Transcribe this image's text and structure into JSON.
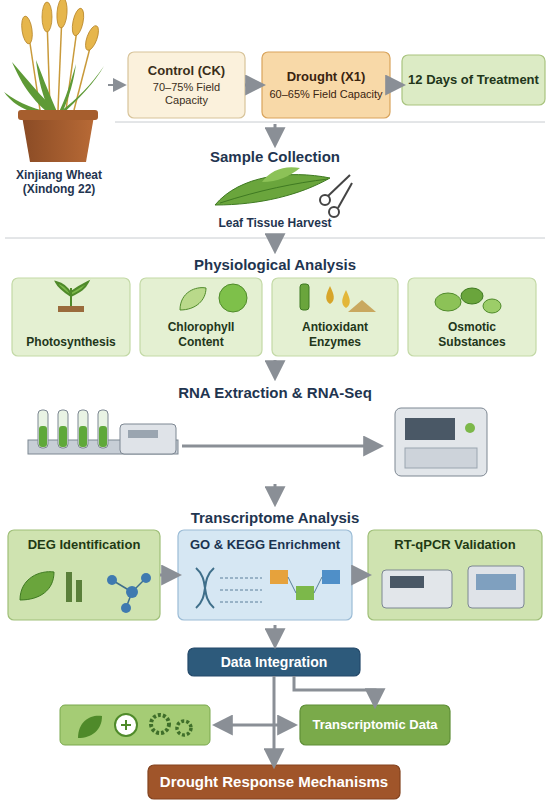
{
  "diagram": {
    "nodes": [
      {
        "text": [
          "Control (CK)",
          "70–75% Field Capacity"
        ]
      },
      {
        "text": [
          "Drought (X1)",
          "60–65% Field Capacity"
        ]
      },
      {
        "text": [
          "12 Days of Treatment"
        ]
      },
      {
        "text": [
          "Photosynthesis"
        ]
      },
      {
        "text": [
          "Chlorophyll Content"
        ]
      },
      {
        "text": [
          "Antioxidant Enzymes"
        ]
      },
      {
        "text": [
          "Osmotic Substances"
        ]
      },
      {
        "text": [
          "DEG Identification"
        ]
      },
      {
        "text": [
          "GO & KEGG Enrichment"
        ]
      },
      {
        "text": [
          "RT-qPCR Validation"
        ]
      },
      {
        "text": [
          "Data Integration"
        ]
      },
      {
        "text": [
          "Transcriptomic Data"
        ]
      },
      {
        "text": [
          "Drought Response Mechanisms"
        ]
      }
    ],
    "edges": [
      {
        "from": 0,
        "to": 1,
        "arrow": "to"
      },
      {
        "from": 1,
        "to": 2,
        "arrow": "to"
      },
      {
        "from": 7,
        "to": 8,
        "arrow": "to"
      },
      {
        "from": 8,
        "to": 9,
        "arrow": "to"
      },
      {
        "from": 10,
        "to": 11,
        "arrow": "to"
      },
      {
        "from": 10,
        "to": 12,
        "arrow": "to"
      }
    ],
    "labels": [
      "Xinjiang Wheat (Xindong 22)",
      "Sample Collection",
      "Leaf Tissue Harvest",
      "Physiological Analysis",
      "RNA Extraction & RNA-Seq",
      "Transcriptome Analysis"
    ]
  }
}
